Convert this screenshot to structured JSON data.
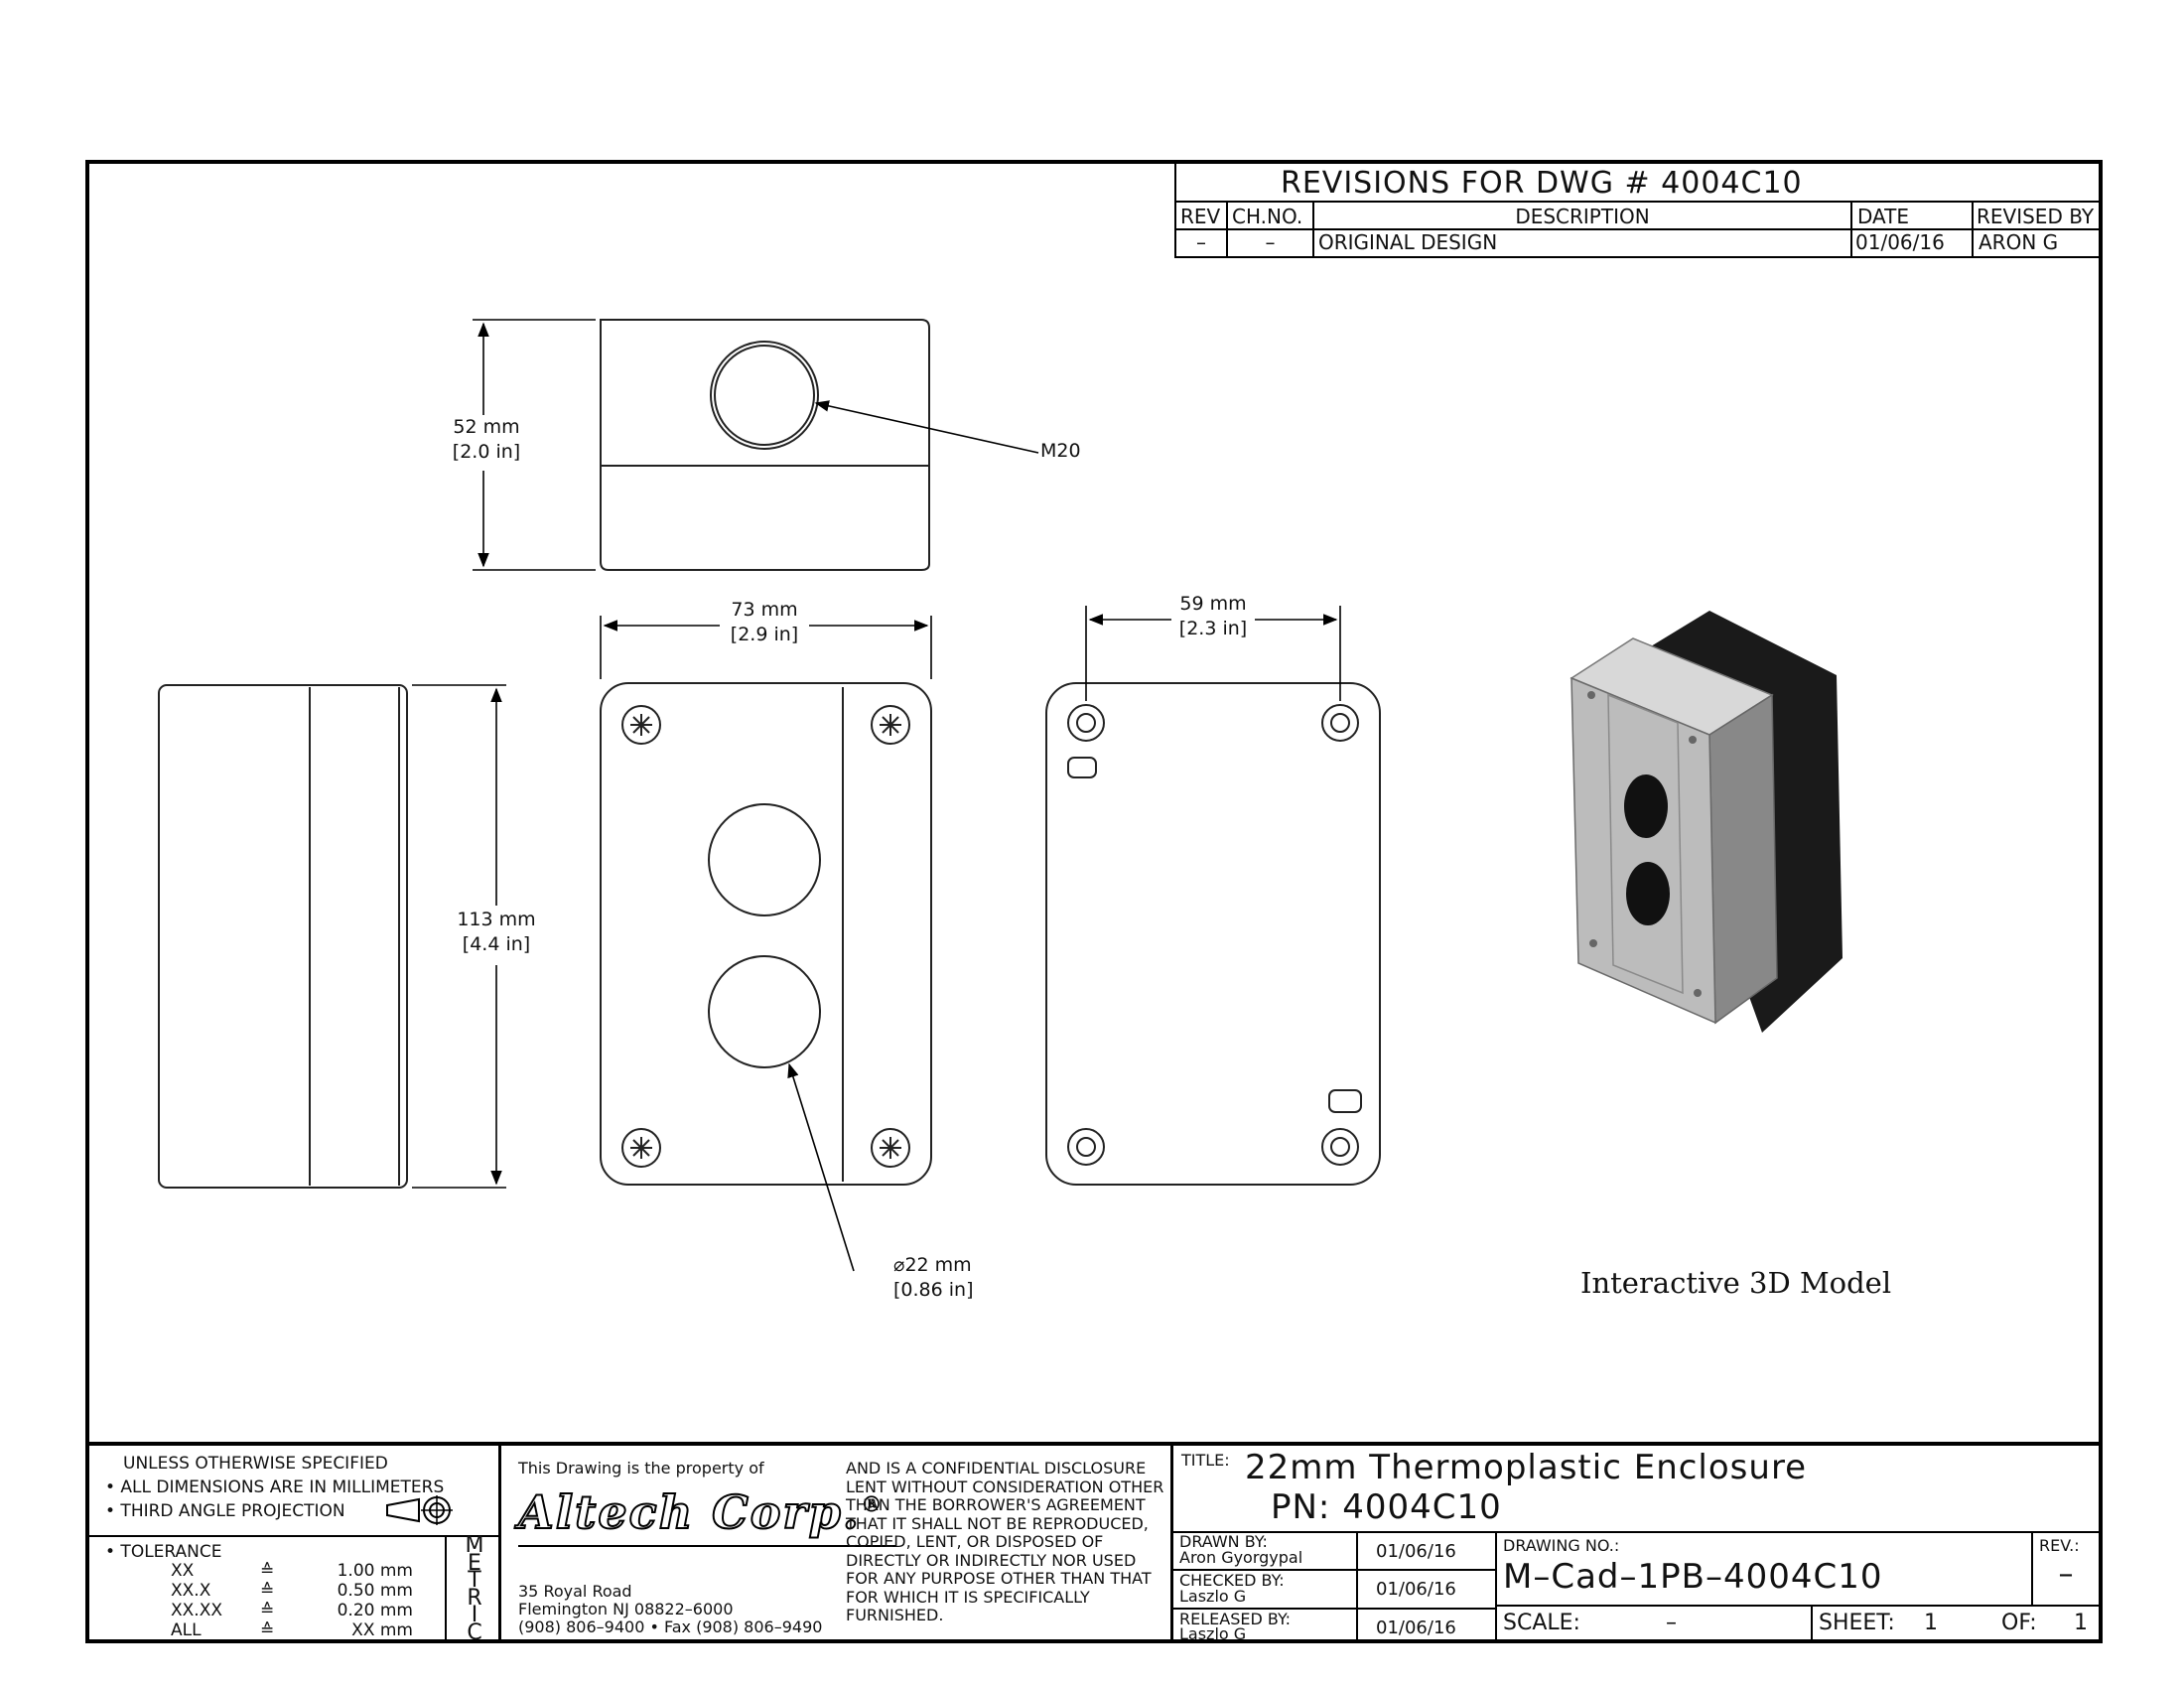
{
  "revisions": {
    "title": "REVISIONS  FOR  DWG  #  4004C10",
    "headers": {
      "rev": "REV",
      "chno": "CH.NO.",
      "description": "DESCRIPTION",
      "date": "DATE",
      "revised_by": "REVISED  BY"
    },
    "row": {
      "rev": "–",
      "chno": "–",
      "description": "ORIGINAL  DESIGN",
      "date": "01/06/16",
      "revised_by": "ARON  G"
    }
  },
  "dimensions": {
    "height_mm": "52 mm",
    "height_in": "[2.0 in]",
    "thread": "M20",
    "width_mm": "73 mm",
    "width_in": "[2.9 in]",
    "length_mm": "113 mm",
    "length_in": "[4.4 in]",
    "hole_spacing_mm": "59 mm",
    "hole_spacing_in": "[2.3 in]",
    "hole_dia_mm": "⌀22 mm",
    "hole_dia_in": "[0.86 in]"
  },
  "model_label": "Interactive 3D Model",
  "notes": {
    "line1": "UNLESS  OTHERWISE  SPECIFIED",
    "line2": "• ALL  DIMENSIONS  ARE  IN  MILLIMETERS",
    "line3": "• THIRD  ANGLE  PROJECTION",
    "tolerance": "• TOLERANCE",
    "tol_rows": [
      {
        "k": "XX",
        "s": "≙",
        "v": "1.00 mm"
      },
      {
        "k": "XX.X",
        "s": "≙",
        "v": "0.50 mm"
      },
      {
        "k": "XX.XX",
        "s": "≙",
        "v": "0.20 mm"
      },
      {
        "k": "ALL",
        "s": "≙",
        "v": "XX mm"
      }
    ],
    "metric": [
      "M",
      "E",
      "T",
      "R",
      "I",
      "C"
    ]
  },
  "company": {
    "property_text": "This  Drawing  is  the  property  of",
    "name": "Altech Corp.",
    "registered": "®",
    "address1": "35  Royal  Road",
    "address2": "Flemington  NJ  08822–6000",
    "phone": "(908)  806–9400 • Fax  (908)  806–9490",
    "disclosure": [
      "AND  IS  A  CONFIDENTIAL  DISCLOSURE",
      "LENT  WITHOUT  CONSIDERATION  OTHER",
      "THAN  THE  BORROWER'S  AGREEMENT",
      "THAT  IT  SHALL  NOT  BE  REPRODUCED,",
      "COPIED,  LENT,  OR  DISPOSED  OF",
      "DIRECTLY  OR  INDIRECTLY  NOR  USED",
      "FOR  ANY  PURPOSE  OTHER  THAN  THAT",
      "FOR  WHICH  IT  IS  SPECIFICALLY",
      "FURNISHED."
    ]
  },
  "title_block": {
    "title_label": "TITLE:",
    "title": "22mm  Thermoplastic  Enclosure",
    "pn": "PN:  4004C10",
    "drawn_by_label": "DRAWN  BY:",
    "drawn_by": "Aron  Gyorgypal",
    "drawn_date": "01/06/16",
    "checked_by_label": "CHECKED  BY:",
    "checked_by": "Laszlo  G",
    "checked_date": "01/06/16",
    "released_by_label": "RELEASED  BY:",
    "released_by": "Laszlo  G",
    "released_date": "01/06/16",
    "drawing_no_label": "DRAWING  NO.:",
    "drawing_no": "M–Cad–1PB–4004C10",
    "rev_label": "REV.:",
    "rev": "–",
    "scale_label": "SCALE:",
    "scale": "–",
    "sheet_label": "SHEET:",
    "sheet": "1",
    "of_label": "OF:",
    "of": "1"
  }
}
